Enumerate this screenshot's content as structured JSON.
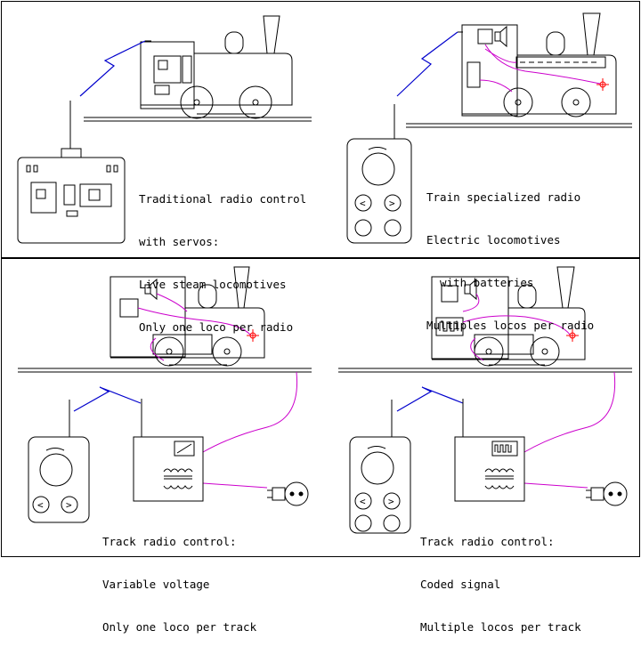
{
  "panels": [
    {
      "lines": [
        "Traditional radio control",
        "with servos:",
        "Live steam locomotives",
        "Only one loco per radio"
      ]
    },
    {
      "lines": [
        "Train specialized radio",
        "Electric locomotives",
        "  with batteries",
        "Multiples locos per radio"
      ]
    },
    {
      "lines": [
        "Track radio control:",
        "Variable voltage",
        "Only one loco per track"
      ]
    },
    {
      "lines": [
        "Track radio control:",
        "Coded signal",
        "Multiple locos per track"
      ]
    }
  ],
  "colors": {
    "frame": "#000000",
    "antenna_wave": "#0000cc",
    "wiring": "#cc00cc",
    "led": "#ff0000"
  },
  "icons": [
    "radio-transmitter-icon",
    "handheld-remote-icon",
    "locomotive-icon",
    "track-icon",
    "speaker-icon",
    "transformer-icon",
    "power-plug-icon",
    "led-icon"
  ]
}
